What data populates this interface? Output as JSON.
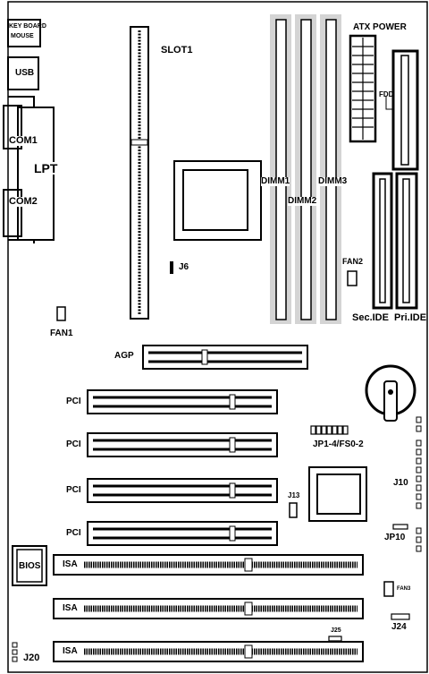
{
  "labels": {
    "keyboard": "KEY BOARD",
    "mouse": "MOUSE",
    "usb": "USB",
    "com1": "COM1",
    "lpt": "LPT",
    "com2": "COM2",
    "slot1": "SLOT1",
    "j6": "J6",
    "fan1": "FAN1",
    "atx_power": "ATX POWER",
    "fdd": "FDD",
    "dimm1": "DIMM1",
    "dimm2": "DIMM2",
    "dimm3": "DIMM3",
    "fan2": "FAN2",
    "sec_ide": "Sec.IDE",
    "pri_ide": "Pri.IDE",
    "agp": "AGP",
    "pci_1": "PCI",
    "pci_2": "PCI",
    "pci_3": "PCI",
    "pci_4": "PCI",
    "jp1_4_fs0_2": "JP1-4/FS0-2",
    "j10": "J10",
    "j13": "J13",
    "jp10": "JP10",
    "bios": "BIOS",
    "isa_1": "ISA",
    "isa_2": "ISA",
    "isa_3": "ISA",
    "fan3": "FAN3",
    "j24": "J24",
    "j25": "J25",
    "j20": "J20"
  },
  "colors": {
    "ink": "#000000",
    "board": "#ffffff",
    "dimm_shade": "#d4d4d4"
  }
}
